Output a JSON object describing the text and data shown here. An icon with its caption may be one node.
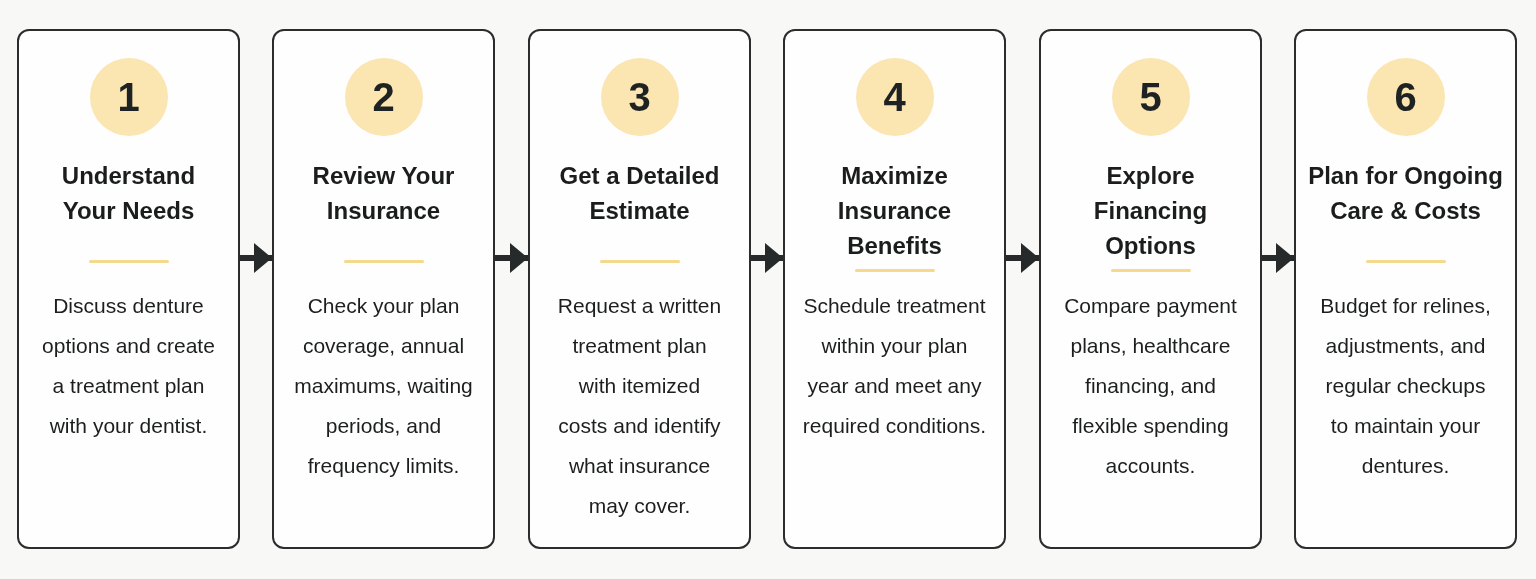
{
  "diagram": {
    "nodes": [
      {
        "text": [
          "Understand Your Needs",
          "Discuss denture options and create a treatment plan with your dentist."
        ]
      },
      {
        "text": [
          "1"
        ],
        "in": 0
      },
      {
        "text": [
          "Review Your Insurance",
          "Check your plan coverage, annual maximums, waiting periods, and frequency limits."
        ]
      },
      {
        "text": [
          "2"
        ],
        "in": 2
      },
      {
        "text": [
          "Get a Detailed Estimate",
          "Request a written treatment plan with itemized costs and identify what insurance may cover."
        ]
      },
      {
        "text": [
          "3"
        ],
        "in": 4
      },
      {
        "text": [
          "Maximize Insurance Benefits",
          "Schedule treatment within your plan year and meet any required conditions."
        ]
      },
      {
        "text": [
          "4"
        ],
        "in": 6
      },
      {
        "text": [
          "Explore Financing Options",
          "Compare payment plans, healthcare financing, and flexible spending accounts."
        ]
      },
      {
        "text": [
          "5"
        ],
        "in": 8
      },
      {
        "text": [
          "Plan for Ongoing Care & Costs",
          "Budget for relines, adjustments, and regular checkups to maintain your dentures."
        ]
      },
      {
        "text": [
          "6"
        ],
        "in": 10
      }
    ],
    "edges": [
      {
        "from": 0,
        "to": 2,
        "arrow": "to"
      },
      {
        "from": 2,
        "to": 4,
        "arrow": "to"
      },
      {
        "from": 4,
        "to": 6,
        "arrow": "to"
      },
      {
        "from": 6,
        "to": 8,
        "arrow": "to"
      },
      {
        "from": 8,
        "to": 10,
        "arrow": "to"
      }
    ]
  }
}
